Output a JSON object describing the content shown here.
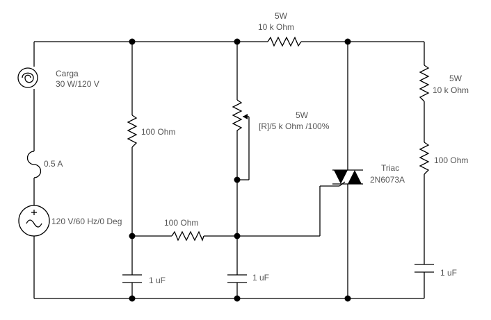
{
  "labels": {
    "lamp_name": "Carga",
    "lamp_rating": "30 W/120 V",
    "fuse": "0.5 A",
    "source": "120 V/60 Hz/0 Deg",
    "r_gate_shunt": "100  Ohm",
    "r_top_power": "5W",
    "r_top_value": "10 k Ohm",
    "pot_power": "5W",
    "pot_value": "[R]/5 k Ohm /100%",
    "r_series": "100  Ohm",
    "cap_left": "1 uF",
    "cap_mid": "1 uF",
    "triac_name": "Triac",
    "triac_part": "2N6073A",
    "r_snubber_top_power": "5W",
    "r_snubber_top_value": "10 k Ohm",
    "r_snubber_bottom": "100  Ohm",
    "cap_right": "1 uF"
  }
}
